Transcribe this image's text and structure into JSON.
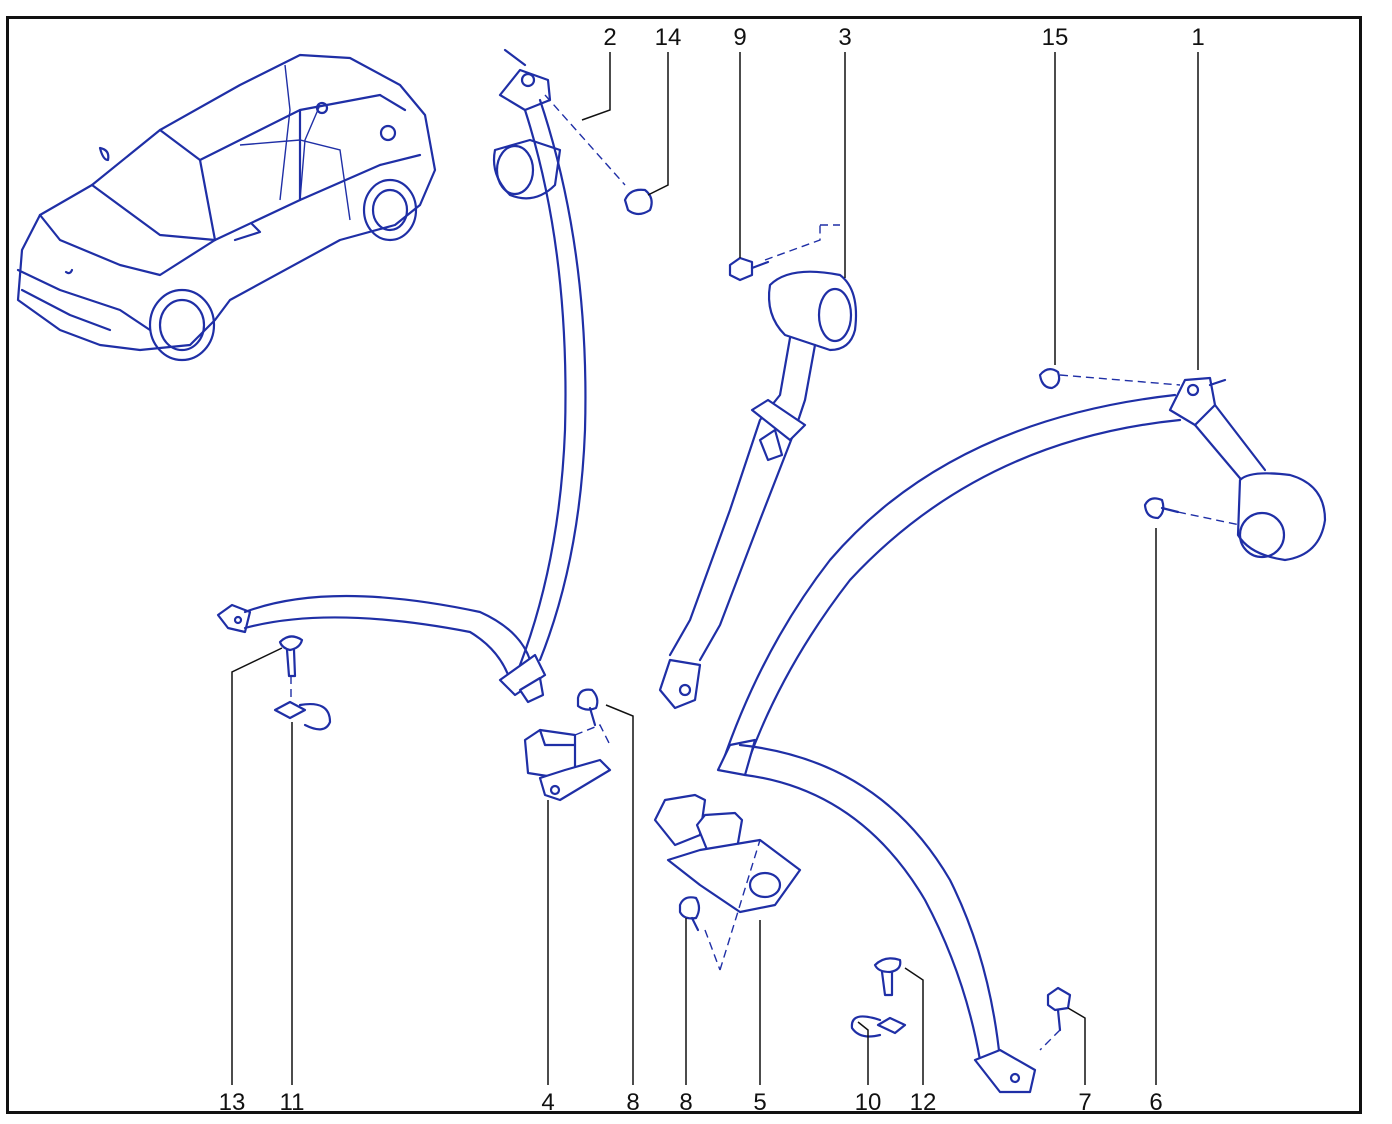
{
  "callouts": {
    "c1": "1",
    "c2": "2",
    "c3": "3",
    "c4": "4",
    "c5": "5",
    "c6": "6",
    "c7": "7",
    "c8a": "8",
    "c8b": "8",
    "c9": "9",
    "c10": "10",
    "c11": "11",
    "c12": "12",
    "c13": "13",
    "c14": "14",
    "c15": "15"
  },
  "colors": {
    "line": "#1f2fa6",
    "frame": "#111111",
    "background": "#ffffff"
  }
}
